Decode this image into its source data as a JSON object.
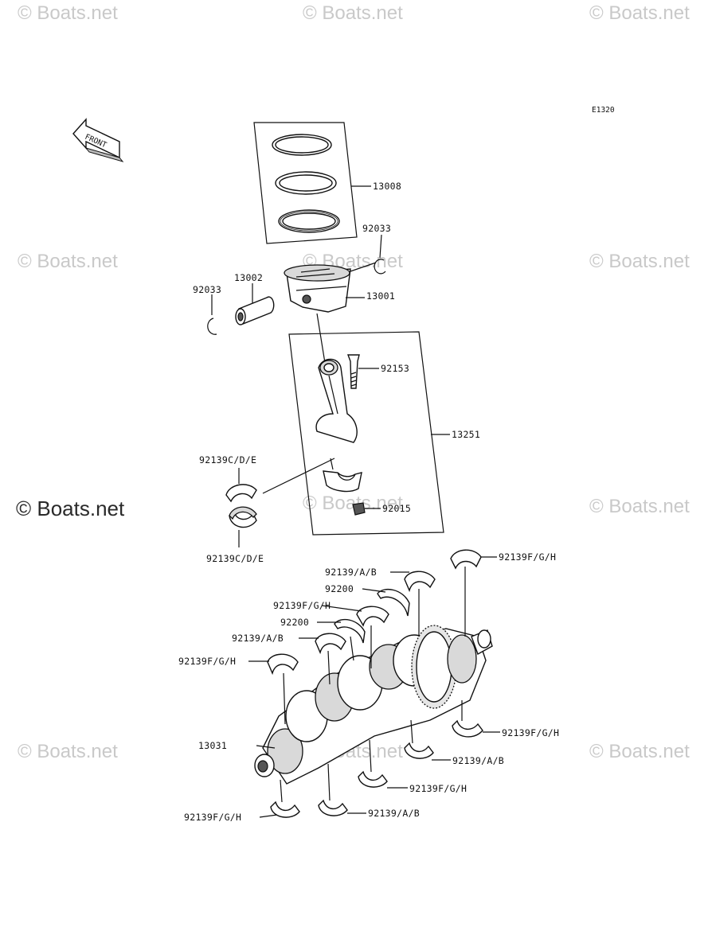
{
  "watermark": "© Boats.net",
  "diagram_code": "E1320",
  "front_label": "FRONT",
  "labels": {
    "rings": "13008",
    "clip_right": "92033",
    "clip_left": "92033",
    "pin": "13002",
    "piston": "13001",
    "bolt": "92153",
    "rod_assy": "13251",
    "rod_bearing_top": "92139C/D/E",
    "rod_bearing_bottom": "92139C/D/E",
    "nut": "92015",
    "bearing_fgh_top_right": "92139F/G/H",
    "bearing_ab_1": "92139/A/B",
    "thrust_1": "92200",
    "bearing_fgh_2": "92139F/G/H",
    "thrust_2": "92200",
    "bearing_ab_2": "92139/A/B",
    "bearing_fgh_3": "92139F/G/H",
    "crankshaft": "13031",
    "bearing_fgh_right_low": "92139F/G/H",
    "bearing_ab_right_low": "92139/A/B",
    "bearing_fgh_bottom_mid": "92139F/G/H",
    "bearing_fgh_bottom_left": "92139F/G/H",
    "bearing_ab_bottom": "92139/A/B"
  }
}
